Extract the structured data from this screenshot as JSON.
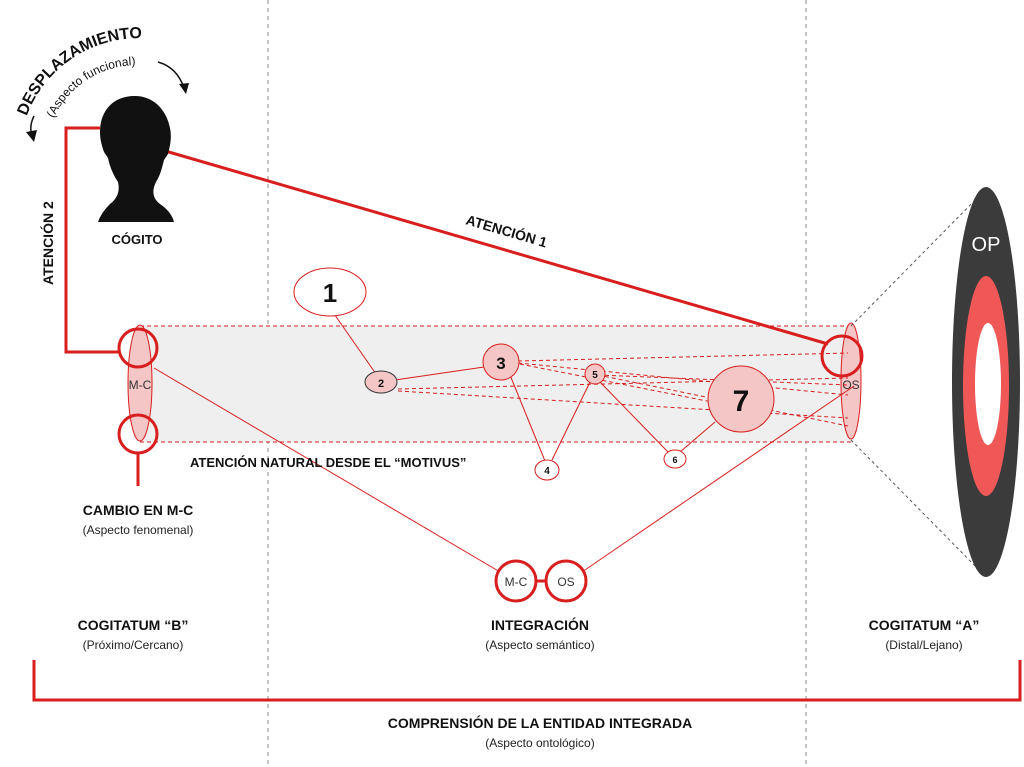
{
  "colors": {
    "red": "#d81e1e",
    "pink": "#f5c6c6",
    "pink_light": "#fbe3e3",
    "band": "#efefef",
    "dark": "#3b3b3b",
    "bright_red": "#f05858",
    "black": "#111111"
  },
  "head": {
    "icon": "head-silhouette-icon",
    "label": "CÓGITO",
    "desplazamiento": "DESPLAZAMIENTO",
    "aspecto_funcional": "(Aspecto funcional)"
  },
  "attention": {
    "atencion_1": "ATENCIÓN 1",
    "atencion_2": "ATENCIÓN 2",
    "natural": "ATENCIÓN NATURAL DESDE EL “MOTIVUS”"
  },
  "ellipses": {
    "mc": "M-C",
    "os": "OS",
    "op": "OP"
  },
  "nodes": {
    "n1": "1",
    "n2": "2",
    "n3": "3",
    "n4": "4",
    "n5": "5",
    "n6": "6",
    "n7": "7"
  },
  "integration_nodes": {
    "mc": "M-C",
    "os": "OS"
  },
  "labels": {
    "cambio_title": "CAMBIO EN M-C",
    "cambio_sub": "(Aspecto fenomenal)",
    "cogitatum_b_title": "COGITATUM “B”",
    "cogitatum_b_sub": "(Próximo/Cercano)",
    "integracion_title": "INTEGRACIÓN",
    "integracion_sub": "(Aspecto semántico)",
    "cogitatum_a_title": "COGITATUM “A”",
    "cogitatum_a_sub": "(Distal/Lejano)",
    "comprension_title": "COMPRENSIÓN DE LA ENTIDAD INTEGRADA",
    "comprension_sub": "(Aspecto ontológico)"
  }
}
